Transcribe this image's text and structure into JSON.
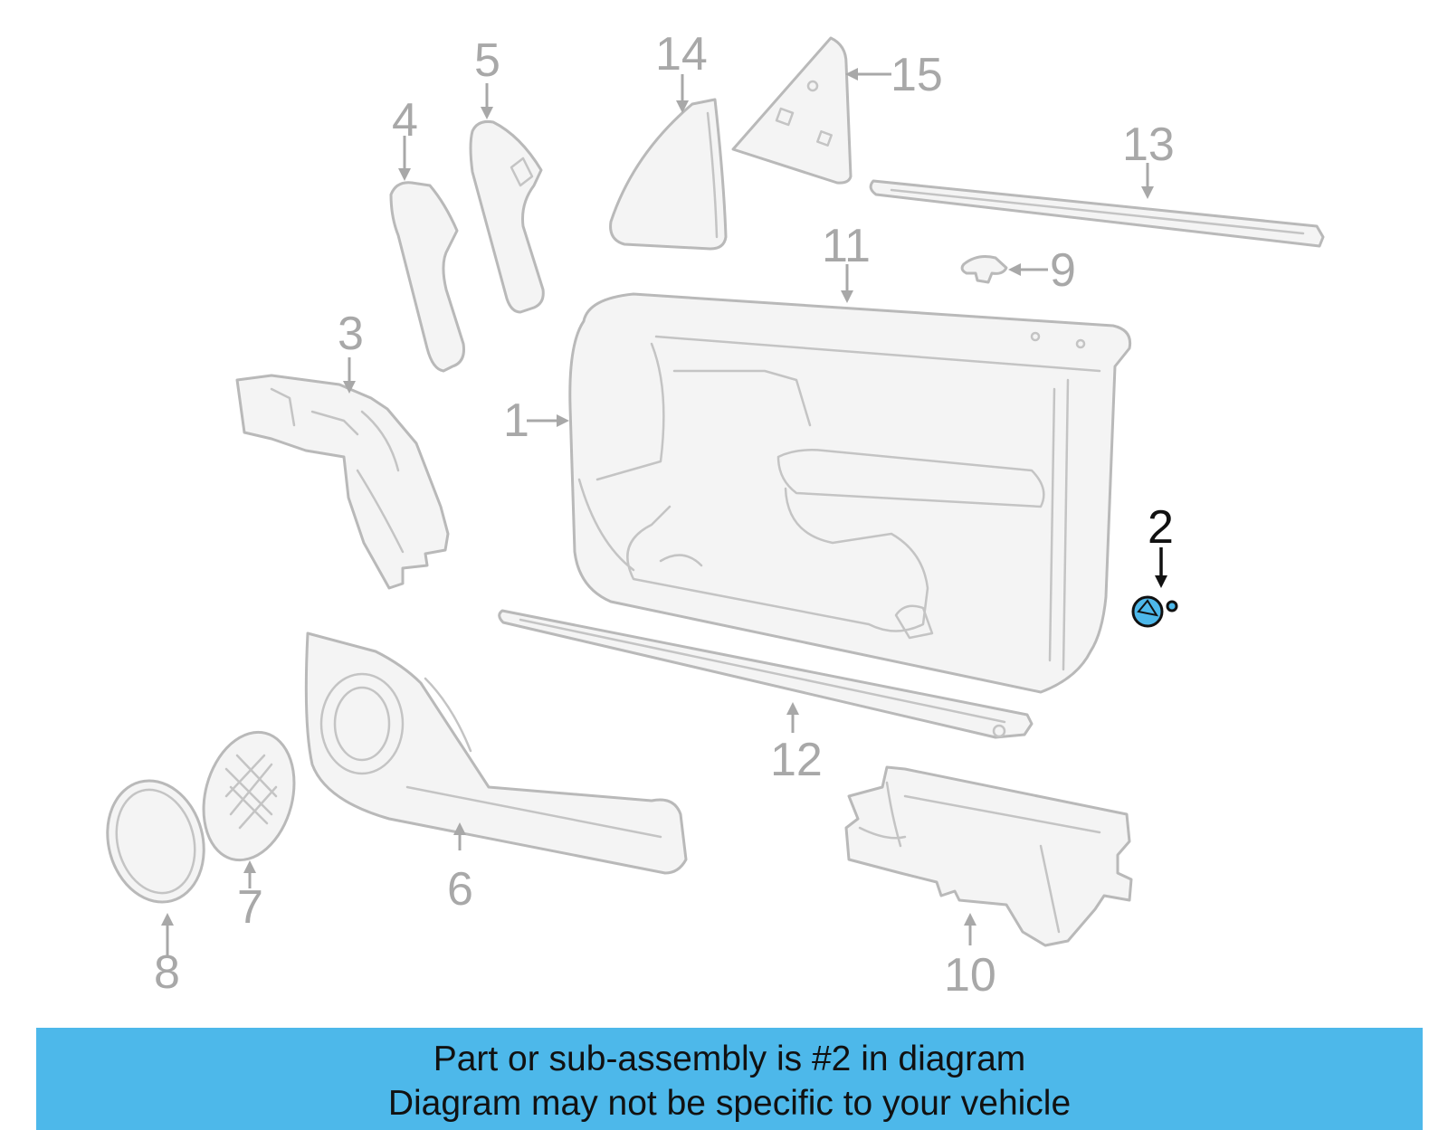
{
  "callouts": {
    "c1": "1",
    "c2": "2",
    "c3": "3",
    "c4": "4",
    "c5": "5",
    "c6": "6",
    "c7": "7",
    "c8": "8",
    "c9": "9",
    "c10": "10",
    "c11": "11",
    "c12": "12",
    "c13": "13",
    "c14": "14",
    "c15": "15"
  },
  "highlighted_part": "2",
  "colors": {
    "highlight": "#4db8ea",
    "banner": "#4db8ea",
    "part_outline": "#b9b9b9",
    "callout_gray": "#a8a8a8",
    "callout_active": "#111111"
  },
  "banner": {
    "line1": "Part or sub-assembly is #2 in diagram",
    "line2": "Diagram may not be specific to your vehicle"
  }
}
